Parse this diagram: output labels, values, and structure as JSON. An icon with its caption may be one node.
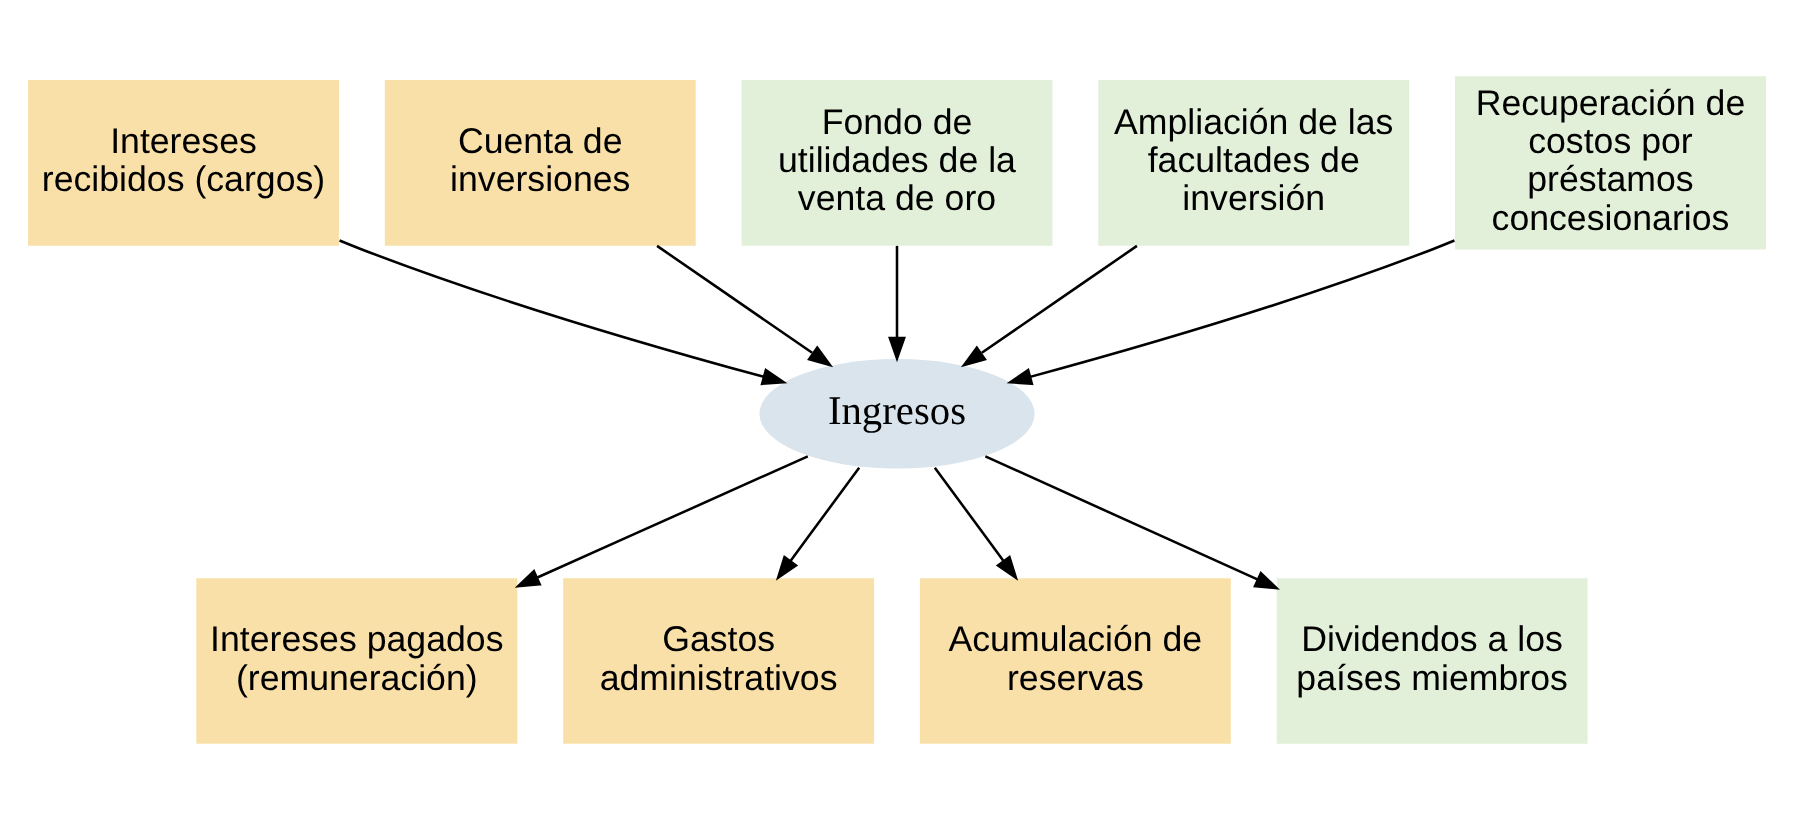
{
  "diagram": {
    "nodes": [
      {
        "text": [
          "Intereses recibidos (cargos)"
        ]
      },
      {
        "text": [
          "Cuenta de inversiones"
        ]
      },
      {
        "text": [
          "Fondo de utilidades de la venta de oro"
        ]
      },
      {
        "text": [
          "Ampliación de las facultades de inversión"
        ]
      },
      {
        "text": [
          "Recuperación de costos por préstamos concesionarios"
        ]
      },
      {
        "text": [
          "Ingresos"
        ]
      },
      {
        "text": [
          "Intereses pagados (remuneración)"
        ]
      },
      {
        "text": [
          "Gastos administrativos"
        ]
      },
      {
        "text": [
          "Acumulación de reservas"
        ]
      },
      {
        "text": [
          "Dividendos a los países miembros"
        ]
      }
    ],
    "edges": [
      {
        "from": 0,
        "to": 5,
        "arrow": "to"
      },
      {
        "from": 1,
        "to": 5,
        "arrow": "to"
      },
      {
        "from": 2,
        "to": 5,
        "arrow": "to"
      },
      {
        "from": 3,
        "to": 5,
        "arrow": "to"
      },
      {
        "from": 4,
        "to": 5,
        "arrow": "to"
      },
      {
        "from": 5,
        "to": 6,
        "arrow": "to"
      },
      {
        "from": 5,
        "to": 7,
        "arrow": "to"
      },
      {
        "from": 5,
        "to": 8,
        "arrow": "to"
      },
      {
        "from": 5,
        "to": 9,
        "arrow": "to"
      }
    ]
  }
}
